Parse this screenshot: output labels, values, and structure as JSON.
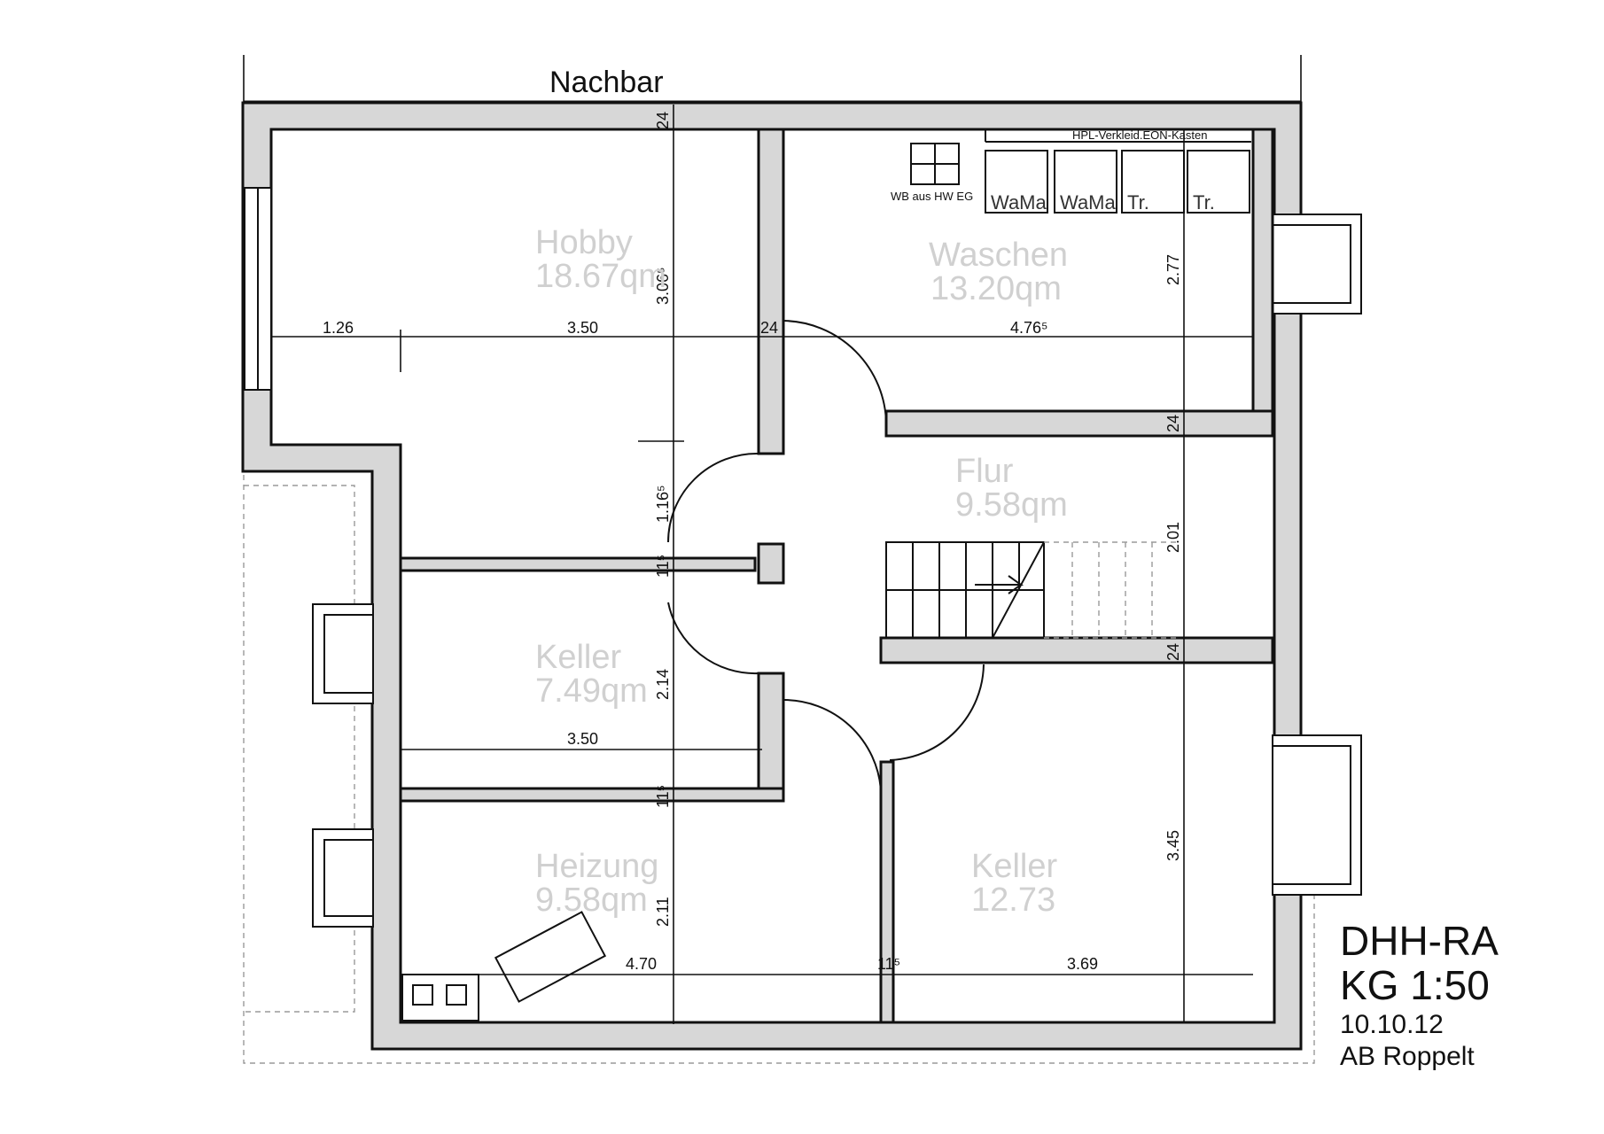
{
  "neighbor_label": "Nachbar",
  "rooms": {
    "hobby": {
      "name": "Hobby",
      "area": "18.67qm"
    },
    "waschen": {
      "name": "Waschen",
      "area": "13.20qm"
    },
    "flur": {
      "name": "Flur",
      "area": "9.58qm"
    },
    "keller_small": {
      "name": "Keller",
      "area": "7.49qm"
    },
    "heizung": {
      "name": "Heizung",
      "area": "9.58qm"
    },
    "keller_large": {
      "name": "Keller",
      "area": "12.73"
    }
  },
  "fixtures": {
    "hpl_note": "HPL-Verkleid.EON-Kasten",
    "wb_note": "WB aus HW EG",
    "wama_1": "WaMa",
    "wama_2": "WaMa",
    "dryer_1": "Tr.",
    "dryer_2": "Tr."
  },
  "dimensions": {
    "d_1_26": "1.26",
    "d_3_50_top": "3.50",
    "d_24_mid": "24",
    "d_4_76": "4.76⁵",
    "d_24_top": "24",
    "d_3_06": "3.06⁵",
    "d_2_77": "2.77",
    "d_24_flur_top": "24",
    "d_1_16": "1.16⁵",
    "d_11_a": "11⁵",
    "d_2_01": "2.01",
    "d_24_flur_bottom": "24",
    "d_2_14": "2.14",
    "d_3_50_mid": "3.50",
    "d_11_b": "11⁵",
    "d_3_45": "3.45",
    "d_2_11": "2.11",
    "d_4_70": "4.70",
    "d_11_c": "11⁵",
    "d_3_69": "3.69"
  },
  "title_block": {
    "line1": "DHH-RA",
    "line2": "KG 1:50",
    "date": "10.10.12",
    "author": "AB Roppelt"
  }
}
